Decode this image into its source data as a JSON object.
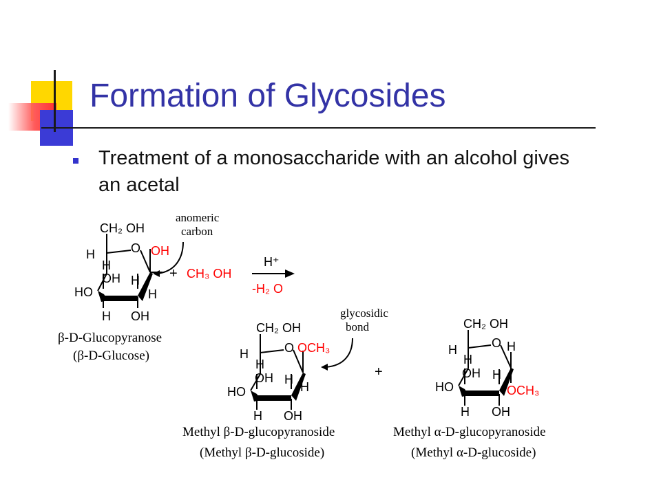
{
  "slide": {
    "title": "Formation of Glycosides",
    "bullet": "Treatment of a monosaccharide with an alcohol gives an acetal"
  },
  "reactant": {
    "ch2oh": "CH₂ OH",
    "ring_o": "O",
    "anomeric_oh": "OH",
    "h_a": "H",
    "h_b": "H",
    "oh_c3": "OH",
    "h_c4": "H",
    "ho_c2": "HO",
    "h_c5": "H",
    "h_bottom": "H",
    "oh_bottom": "OH",
    "name": "β-D-Glucopyranose",
    "alt_name": "(β-D-Glucose)"
  },
  "anomeric_label": "anomeric carbon",
  "reagent": {
    "plus": "+",
    "methanol": "CH₃ OH",
    "catalyst": "H⁺",
    "byproduct": "-H₂ O"
  },
  "glycosidic_label": "glycosidic bond",
  "product_beta": {
    "ch2oh": "CH₂ OH",
    "ring_o": "O",
    "och3": "OCH₃",
    "h_a": "H",
    "h_b": "H",
    "oh_c3": "OH",
    "h_c4": "H",
    "ho_c2": "HO",
    "h_c5": "H",
    "h_bottom": "H",
    "oh_bottom": "OH",
    "name": "Methyl β-D-glucopyranoside",
    "alt_name": "(Methyl β-D-glucoside)"
  },
  "product_plus": "+",
  "product_alpha": {
    "ch2oh": "CH₂ OH",
    "ring_o": "O",
    "h_anomeric": "H",
    "och3": "OCH₃",
    "h_a": "H",
    "h_b": "H",
    "oh_c3": "OH",
    "h_c4": "H",
    "ho_c2": "HO",
    "h_bottom": "H",
    "oh_bottom": "OH",
    "name": "Methyl α-D-glucopyranoside",
    "alt_name": "(Methyl α-D-glucoside)"
  },
  "colors": {
    "title": "#3333a6",
    "highlight_red": "#ff0000",
    "bullet": "#3333cc"
  }
}
